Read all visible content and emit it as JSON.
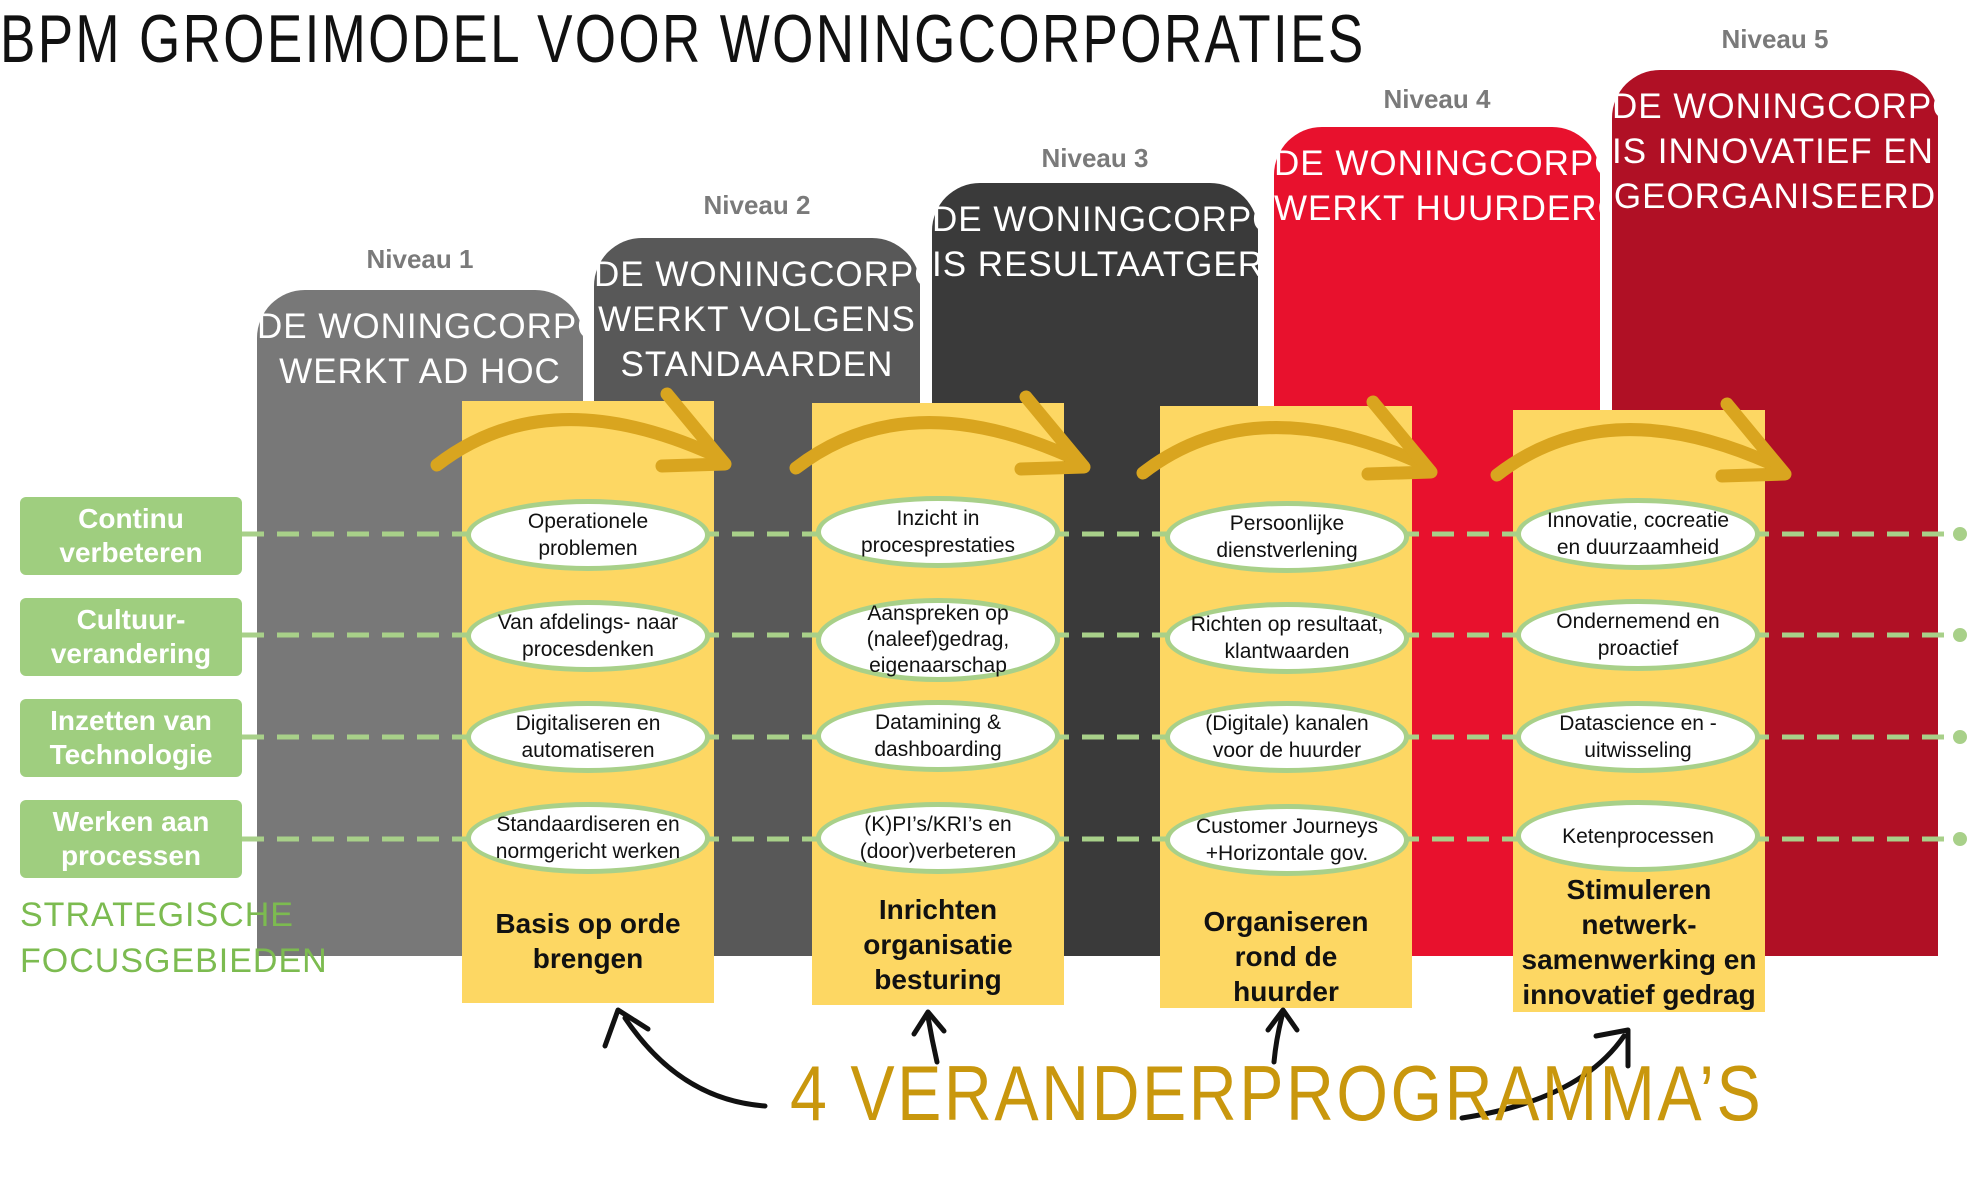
{
  "title": "BPM GROEIMODEL VOOR WONINGCORPORATIES",
  "levels": [
    {
      "label": "Niveau 1",
      "title": [
        "DE WONINGCORPORATIE",
        "WERKT AD HOC"
      ],
      "color": "#787878"
    },
    {
      "label": "Niveau 2",
      "title": [
        "DE WONINGCORPORATIE",
        "WERKT VOLGENS",
        "STANDAARDEN"
      ],
      "color": "#585858"
    },
    {
      "label": "Niveau 3",
      "title": [
        "DE WONINGCORPORATIE",
        "IS RESULTAATGERICHT"
      ],
      "color": "#3a3a3a"
    },
    {
      "label": "Niveau 4",
      "title": [
        "DE WONINGCORPORATIE",
        "WERKT HUURDERGERICHT"
      ],
      "color": "#e8112d"
    },
    {
      "label": "Niveau 5",
      "title": [
        "DE WONINGCORPORATIE",
        "IS INNOVATIEF EN OPEN",
        "GEORGANISEERD"
      ],
      "color": "#b01025"
    }
  ],
  "focus_areas": [
    [
      "Continu",
      "verbeteren"
    ],
    [
      "Cultuur-",
      "verandering"
    ],
    [
      "Inzetten van",
      "Technologie"
    ],
    [
      "Werken aan",
      "processen"
    ]
  ],
  "focus_caption": [
    "STRATEGISCHE",
    "FOCUSGEBIEDEN"
  ],
  "programs": [
    {
      "title": [
        "Basis op orde",
        "brengen"
      ],
      "items": [
        [
          "Operationele",
          "problemen"
        ],
        [
          "Van afdelings- naar",
          "procesdenken"
        ],
        [
          "Digitaliseren en",
          "automatiseren"
        ],
        [
          "Standaardiseren en",
          "normgericht werken"
        ]
      ]
    },
    {
      "title": [
        "Inrichten",
        "organisatie",
        "besturing"
      ],
      "items": [
        [
          "Inzicht in",
          "procesprestaties"
        ],
        [
          "Aanspreken op",
          "(naleef)gedrag,",
          "eigenaarschap"
        ],
        [
          "Datamining &",
          "dashboarding"
        ],
        [
          "(K)PI’s/KRI’s en",
          "(door)verbeteren"
        ]
      ]
    },
    {
      "title": [
        "Organiseren",
        "rond de",
        "huurder"
      ],
      "items": [
        [
          "Persoonlijke",
          "dienstverlening"
        ],
        [
          "Richten op resultaat,",
          "klantwaarden"
        ],
        [
          "(Digitale) kanalen",
          "voor de huurder"
        ],
        [
          "Customer Journeys",
          "+Horizontale gov."
        ]
      ]
    },
    {
      "title": [
        "Stimuleren",
        "netwerk-",
        "samenwerking en",
        "innovatief gedrag"
      ],
      "items": [
        [
          "Innovatie, cocreatie",
          "en duurzaamheid"
        ],
        [
          "Ondernemend en",
          "proactief"
        ],
        [
          "Datascience en -",
          "uitwisseling"
        ],
        [
          "Ketenprocessen"
        ]
      ]
    }
  ],
  "change_programs_label": "4 VERANDERPROGRAMMA’S",
  "colors": {
    "program_fill": "#fdd763",
    "focus_fill": "#9fce7f",
    "dash": "#a8d089",
    "arrow_gold": "#d9a51f",
    "label_gold": "#c9970d"
  }
}
